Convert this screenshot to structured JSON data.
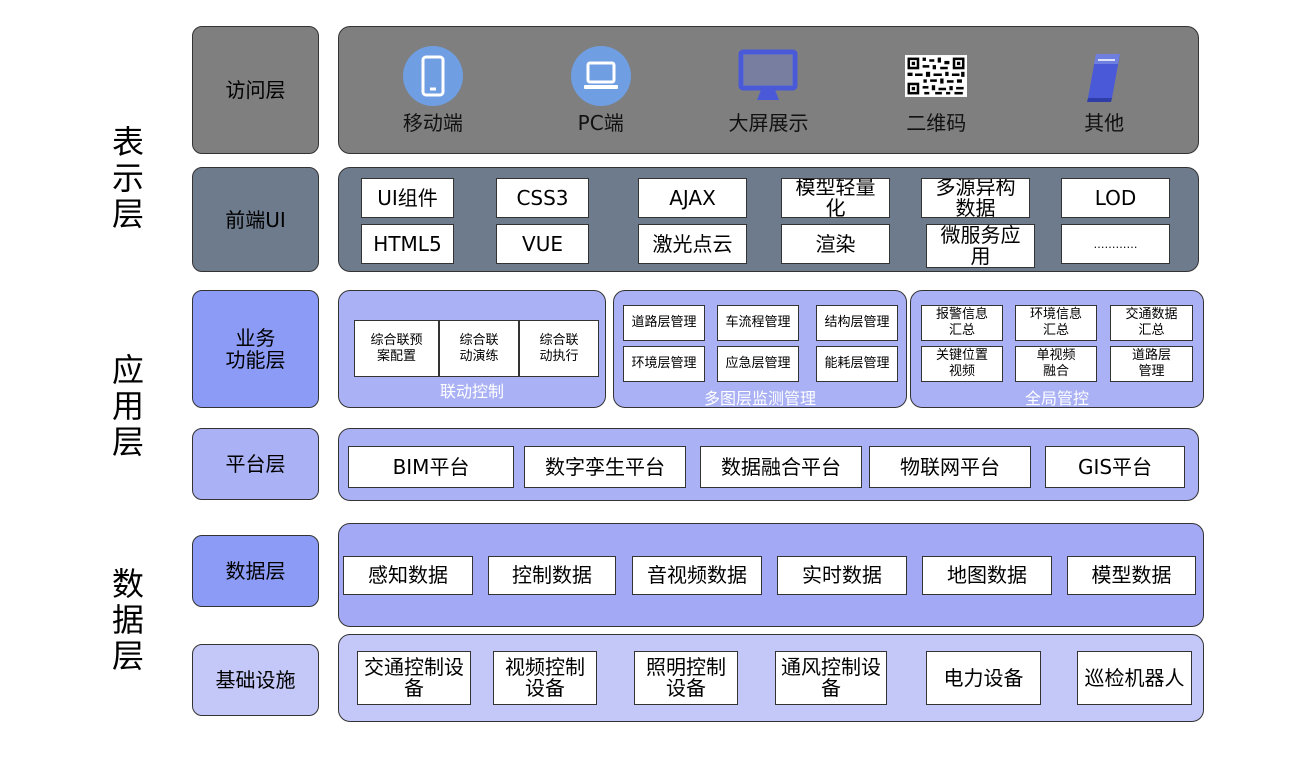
{
  "colors": {
    "access": "#7f7f7f",
    "frontend": "#6e7b8d",
    "business": "#8c9bf5",
    "platform": "#aab1f5",
    "data": "#a3a9f5",
    "infra": "#c4c8f8",
    "icon_blue": "#6f9ee3",
    "icon_indigo": "#4a59d8"
  },
  "groups": {
    "presentation": "表示层",
    "application": "应用层",
    "data": "数据层"
  },
  "layers": {
    "access": {
      "label": "访问层",
      "items": [
        {
          "label": "移动端",
          "icon": "mobile-phone-icon"
        },
        {
          "label": "PC端",
          "icon": "laptop-icon"
        },
        {
          "label": "大屏展示",
          "icon": "monitor-icon"
        },
        {
          "label": "二维码",
          "icon": "qr-code-icon"
        },
        {
          "label": "其他",
          "icon": "book-icon"
        }
      ]
    },
    "frontend": {
      "label": "前端UI",
      "row1": [
        "UI组件",
        "CSS3",
        "AJAX",
        "模型轻量化",
        "多源异构数据",
        "LOD"
      ],
      "row2": [
        "HTML5",
        "VUE",
        "激光点云",
        "渲染",
        "微服务应用",
        "…………"
      ]
    },
    "business": {
      "label": "业务\n功能层",
      "linkage": {
        "caption": "联动控制",
        "items": [
          "综合联预\n案配置",
          "综合联\n动演练",
          "综合联\n动执行"
        ]
      },
      "monitor": {
        "caption": "多图层监测管理",
        "row1": [
          "道路层管理",
          "车流程管理",
          "结构层管理"
        ],
        "row2": [
          "环境层管理",
          "应急层管理",
          "能耗层管理"
        ]
      },
      "global": {
        "caption": "全局管控",
        "row1": [
          "报警信息\n汇总",
          "环境信息\n汇总",
          "交通数据\n汇总"
        ],
        "row2": [
          "关键位置\n视频",
          "单视频\n融合",
          "道路层\n管理"
        ]
      }
    },
    "platform": {
      "label": "平台层",
      "items": [
        "BIM平台",
        "数字孪生平台",
        "数据融合平台",
        "物联网平台",
        "GIS平台"
      ]
    },
    "data": {
      "label": "数据层",
      "items": [
        "感知数据",
        "控制数据",
        "音视频数据",
        "实时数据",
        "地图数据",
        "模型数据"
      ]
    },
    "infra": {
      "label": "基础设施",
      "items": [
        "交通控制设备",
        "视频控制设备",
        "照明控制设备",
        "通风控制设备",
        "电力设备",
        "巡检机器人"
      ]
    }
  }
}
